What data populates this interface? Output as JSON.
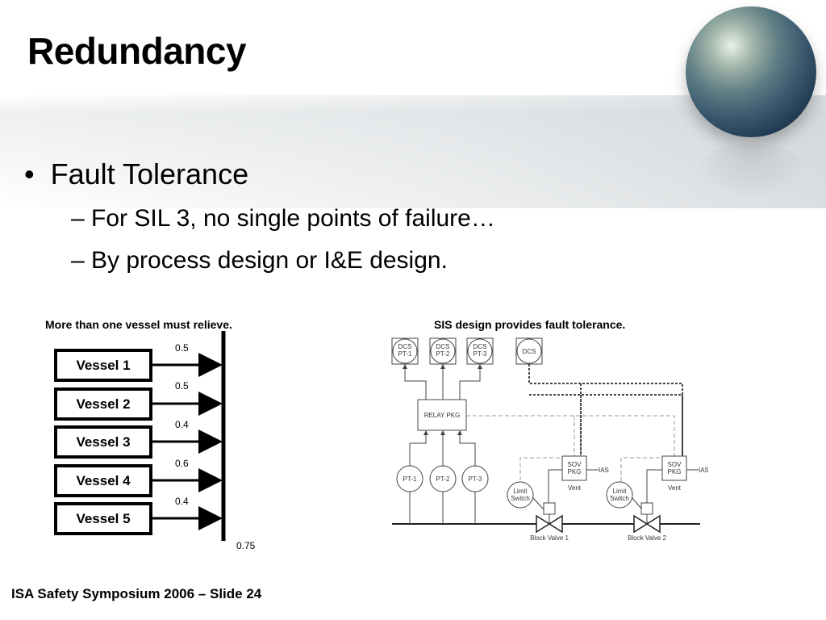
{
  "slide": {
    "title": "Redundancy",
    "bullet_main": "Fault Tolerance",
    "sub_bullets": [
      "For SIL 3, no single points of failure…",
      "By process design or I&E design."
    ],
    "footer": "ISA Safety Symposium 2006 – Slide 24"
  },
  "left_diagram": {
    "caption": "More than one vessel must relieve.",
    "vessels": [
      {
        "label": "Vessel 1",
        "value": "0.5"
      },
      {
        "label": "Vessel 2",
        "value": "0.5"
      },
      {
        "label": "Vessel 3",
        "value": "0.4"
      },
      {
        "label": "Vessel 4",
        "value": "0.6"
      },
      {
        "label": "Vessel 5",
        "value": "0.4"
      }
    ],
    "header_value": "0.75"
  },
  "right_diagram": {
    "caption": "SIS design provides fault tolerance.",
    "dcs": [
      {
        "line1": "DCS",
        "line2": "PT-1"
      },
      {
        "line1": "DCS",
        "line2": "PT-2"
      },
      {
        "line1": "DCS",
        "line2": "PT-3"
      },
      {
        "line1": "DCS",
        "line2": ""
      }
    ],
    "relay": "RELAY PKG",
    "transmitters": [
      "PT-1",
      "PT-2",
      "PT-3"
    ],
    "sov_line1": "SOV",
    "sov_line2": "PKG",
    "ias": "IAS",
    "vent": "Vent",
    "limit_line1": "Limit",
    "limit_line2": "Switch",
    "valves": [
      "Block Valve 1",
      "Block Valve 2"
    ]
  },
  "colors": {
    "text": "#000000",
    "line": "#000000",
    "sis_line": "#555555",
    "dashed": "#9a9a9a"
  }
}
